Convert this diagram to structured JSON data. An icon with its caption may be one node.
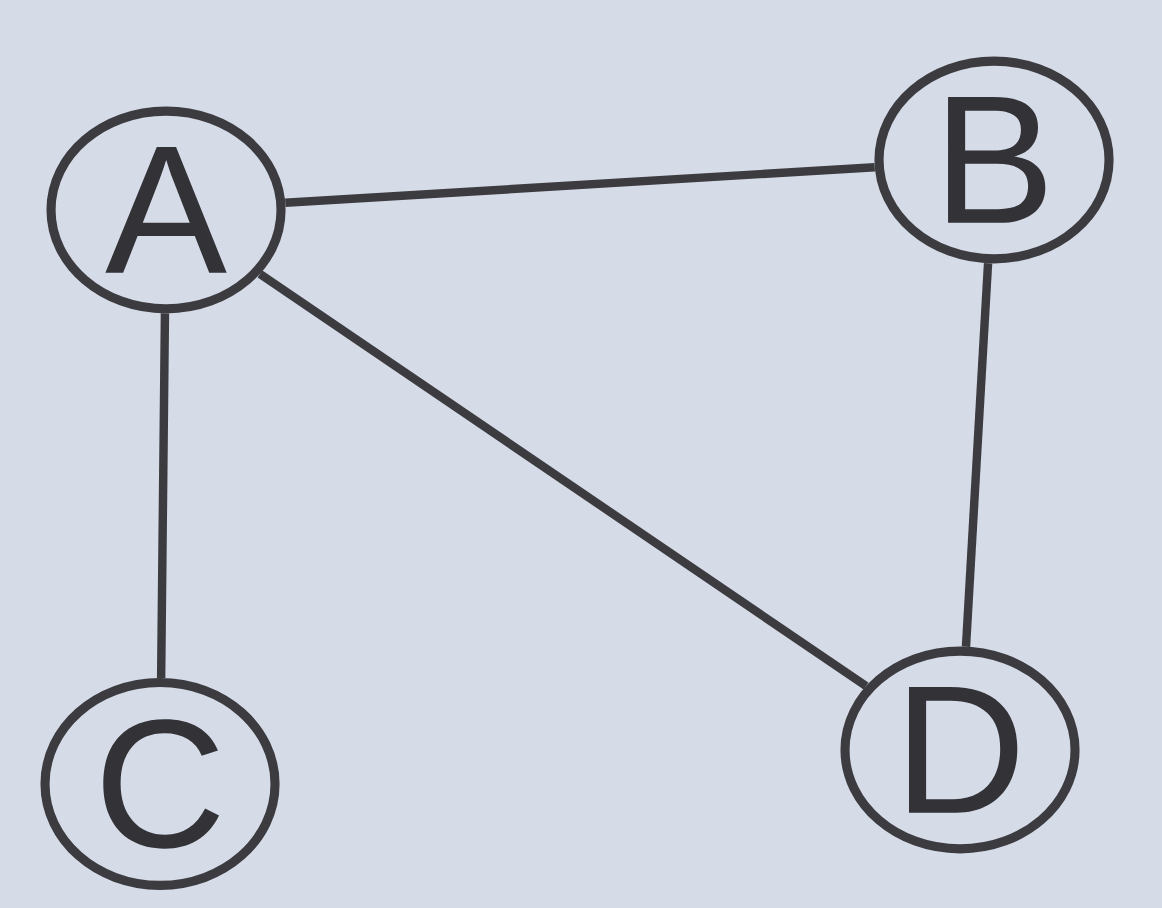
{
  "diagram": {
    "nodes": [
      {
        "text": [
          "A"
        ]
      },
      {
        "text": [
          "B"
        ]
      },
      {
        "text": [
          "C"
        ]
      },
      {
        "text": [
          "D"
        ]
      }
    ],
    "edges": [
      {
        "from": 0,
        "to": 1,
        "arrow": "none"
      },
      {
        "from": 0,
        "to": 2,
        "arrow": "none"
      },
      {
        "from": 0,
        "to": 3,
        "arrow": "none"
      },
      {
        "from": 1,
        "to": 3,
        "arrow": "none"
      }
    ]
  }
}
